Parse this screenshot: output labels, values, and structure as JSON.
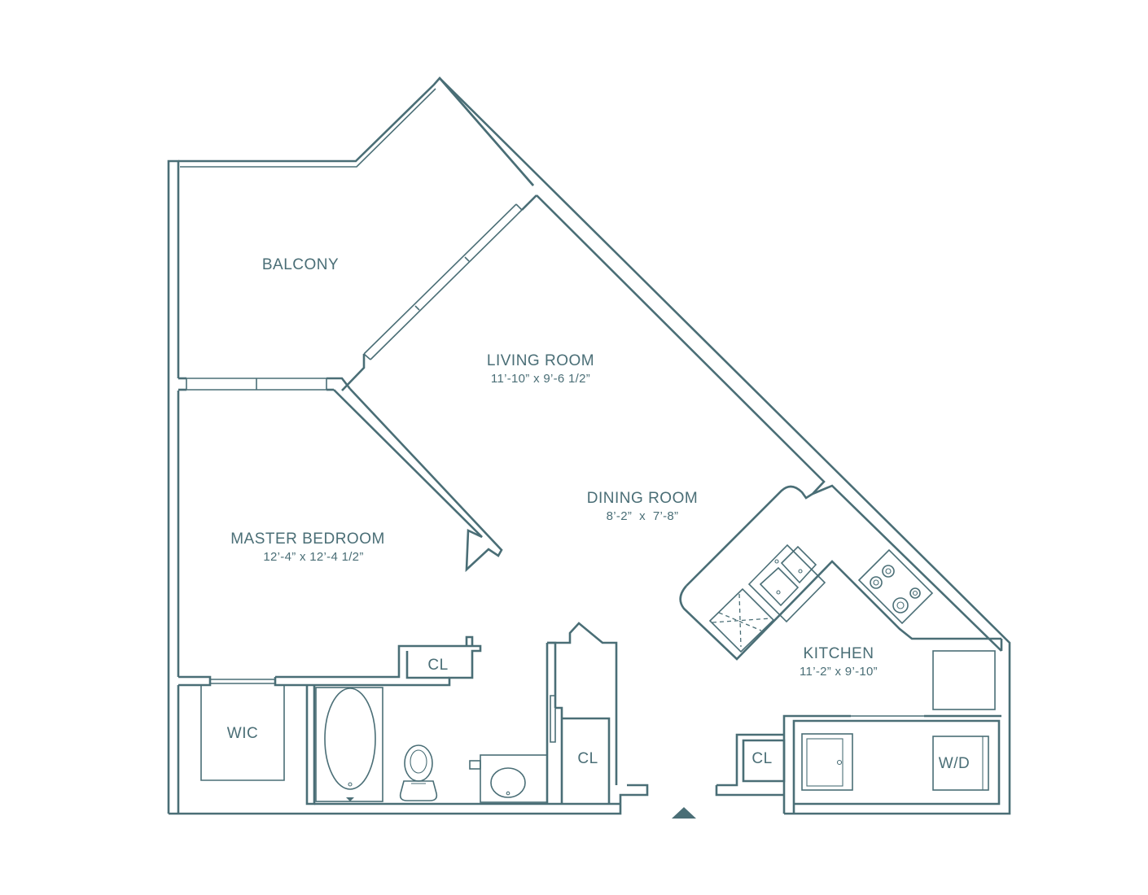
{
  "colors": {
    "line": "#4a6e76",
    "background": "#ffffff"
  },
  "rooms": {
    "balcony": {
      "name": "BALCONY"
    },
    "living_room": {
      "name": "LIVING ROOM",
      "dimensions": "11’-10” x 9’-6 1/2”"
    },
    "dining_room": {
      "name": "DINING ROOM",
      "dimensions": "8’-2”  x  7’-8”"
    },
    "master_bedroom": {
      "name": "MASTER BEDROOM",
      "dimensions": "12’-4” x 12’-4 1/2”"
    },
    "kitchen": {
      "name": "KITCHEN",
      "dimensions": "11’-2” x 9’-10”"
    },
    "wic": {
      "name": "WIC"
    },
    "closet_bedroom": {
      "name": "CL"
    },
    "closet_hall": {
      "name": "CL"
    },
    "closet_entry": {
      "name": "CL"
    },
    "laundry": {
      "name": "W/D"
    }
  },
  "fixtures": [
    "bathtub-icon",
    "toilet-icon",
    "sink-icon",
    "range-icon",
    "double-sink-icon",
    "dishwasher-icon",
    "refrigerator-icon",
    "washer-dryer-icon",
    "entry-arrow-icon"
  ]
}
